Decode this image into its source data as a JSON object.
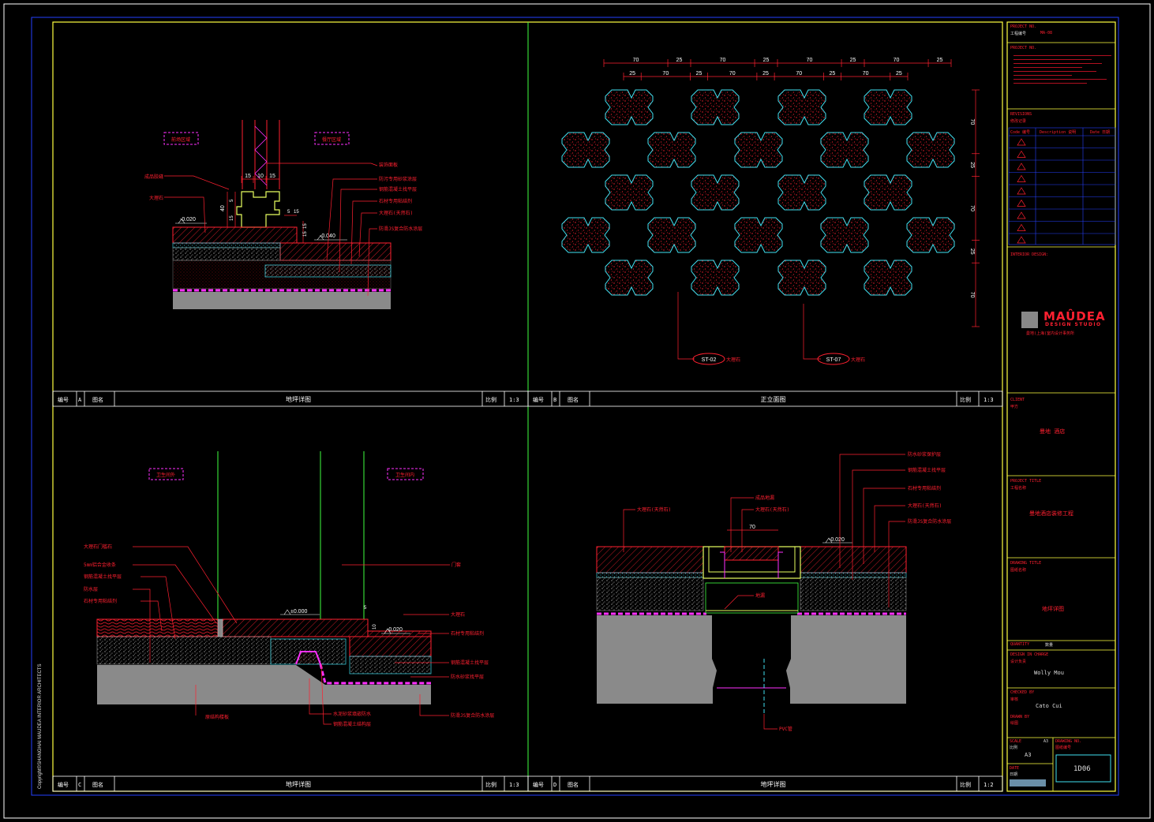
{
  "copyright": "Copyright©SHANGHAI MAUDEA INTERIOR ARCHITECTS",
  "colors": {
    "frame_outer": "#ffffff",
    "frame_inner": "#2540ff",
    "border": "#ffff40",
    "divider": "#40ff40",
    "section": "#ffffff",
    "red": "#ff2030",
    "cyan": "#40e0f0",
    "magenta": "#ff30ff",
    "gray": "#8a8a8a"
  },
  "panels": {
    "A": {
      "num_label": "编号",
      "letter": "A",
      "name_label": "图名",
      "title": "地坪详图",
      "scale_label": "比例",
      "scale": "1:3",
      "tags": [
        "前场区域",
        "餐厅区域"
      ],
      "dims": [
        "15",
        "10",
        "15",
        "40",
        "5",
        "15",
        "15",
        "15",
        "5",
        "15"
      ],
      "levels": [
        "-0.020",
        "-0.040"
      ],
      "notes": [
        "装饰面板",
        "防污专用砂浆涂层",
        "钢筋混凝土找平层",
        "石材专用粘结剂",
        "大理石(天然石)",
        "防滑JS复合防水涂层",
        "成品胶缝",
        "大理石"
      ]
    },
    "B": {
      "num_label": "编号",
      "letter": "B",
      "name_label": "图名",
      "title": "正立面图",
      "scale_label": "比例",
      "scale": "1:3",
      "top_dims": [
        "70",
        "25",
        "70",
        "25",
        "70",
        "25",
        "70",
        "25"
      ],
      "sub_dims": [
        "25",
        "70",
        "25",
        "70",
        "25",
        "70",
        "25",
        "70",
        "25"
      ],
      "side_dims": [
        "70",
        "25",
        "70",
        "25",
        "70"
      ],
      "callouts": [
        "ST-02",
        "ST-07"
      ],
      "callout_text": "大理石"
    },
    "C": {
      "num_label": "编号",
      "letter": "C",
      "name_label": "图名",
      "title": "地坪详图",
      "scale_label": "比例",
      "scale": "1:3",
      "tags": [
        "卫生间外",
        "卫生间内"
      ],
      "levels": [
        "±0.000",
        "-0.020"
      ],
      "left_notes": [
        "大理石门槛石",
        "5mm铝合金收条",
        "钢筋混凝土找平层",
        "防水层",
        "石材专用粘结剂"
      ],
      "right_notes": [
        "门套",
        "大理石",
        "石材专用粘结剂",
        "钢筋混凝土找平层",
        "防水砂浆找平层",
        "防滑JS复合防水涂层"
      ],
      "bottom_notes": [
        "原结构楼板",
        "水泥砂浆填嵌防水",
        "钢筋混凝土结构层"
      ],
      "dims": [
        "5",
        "10"
      ]
    },
    "D": {
      "num_label": "编号",
      "letter": "D",
      "name_label": "图名",
      "title": "地坪详图",
      "scale_label": "比例",
      "scale": "1:2",
      "notes_right": [
        "防水砂浆保护层",
        "钢筋混凝土找平层",
        "石材专用粘结剂",
        "大理石(天然石)",
        "防滑JS复合防水涂层"
      ],
      "notes_top": [
        "成品地漏",
        "大理石(天然石)"
      ],
      "left_note": "大理石(天然石)",
      "drain": "地漏",
      "pvc": "PVC管",
      "dim": "70",
      "level": "-0.020"
    }
  },
  "title_block": {
    "project_no_label": "PROJECT NO.",
    "project_no_sub": "工程编号",
    "project_no": "MA-08",
    "notes_label": "PROJECT NO.",
    "revisions_label": "REVISIONS",
    "revisions_sub": "修改记录",
    "rev_headers": [
      "Code 编号",
      "Description 说明",
      "Date 日期"
    ],
    "interior_label": "INTERIOR DESIGN:",
    "logo_name": "MAÛDEA",
    "logo_sub": "DESIGN STUDIO",
    "logo_cn": "曼地(上海)室内设计事务所",
    "client_label": "CLIENT",
    "client_sub": "甲方",
    "client": "曼地 酒店",
    "project_title_label": "PROJECT TITLE",
    "project_title_sub": "工程名称",
    "project_title": "曼地酒店装修工程",
    "drawing_title_label": "DRAWING TITLE",
    "drawing_title_sub": "图纸名称",
    "drawing_title": "地坪详图",
    "quantity_label": "QUANTITY",
    "quantity": "数量",
    "designed_label": "DESIGN IN CHARGE",
    "designed_sub": "设计负责",
    "designer": "Wolly  Mou",
    "checked_label": "CHECKED BY",
    "checked_sub": "审核",
    "checker": "Cato Cui",
    "drawn_label": "DRAWN BY",
    "drawn_sub": "绘图",
    "scale_label": "SCALE",
    "scale_sub": "比例",
    "scale_val": "A3",
    "scale": "A3",
    "drawing_no_label": "DRAWING NO.",
    "drawing_no_sub": "图纸编号",
    "drawing_no": "1D06",
    "date_label": "DATE",
    "date_sub": "日期"
  }
}
